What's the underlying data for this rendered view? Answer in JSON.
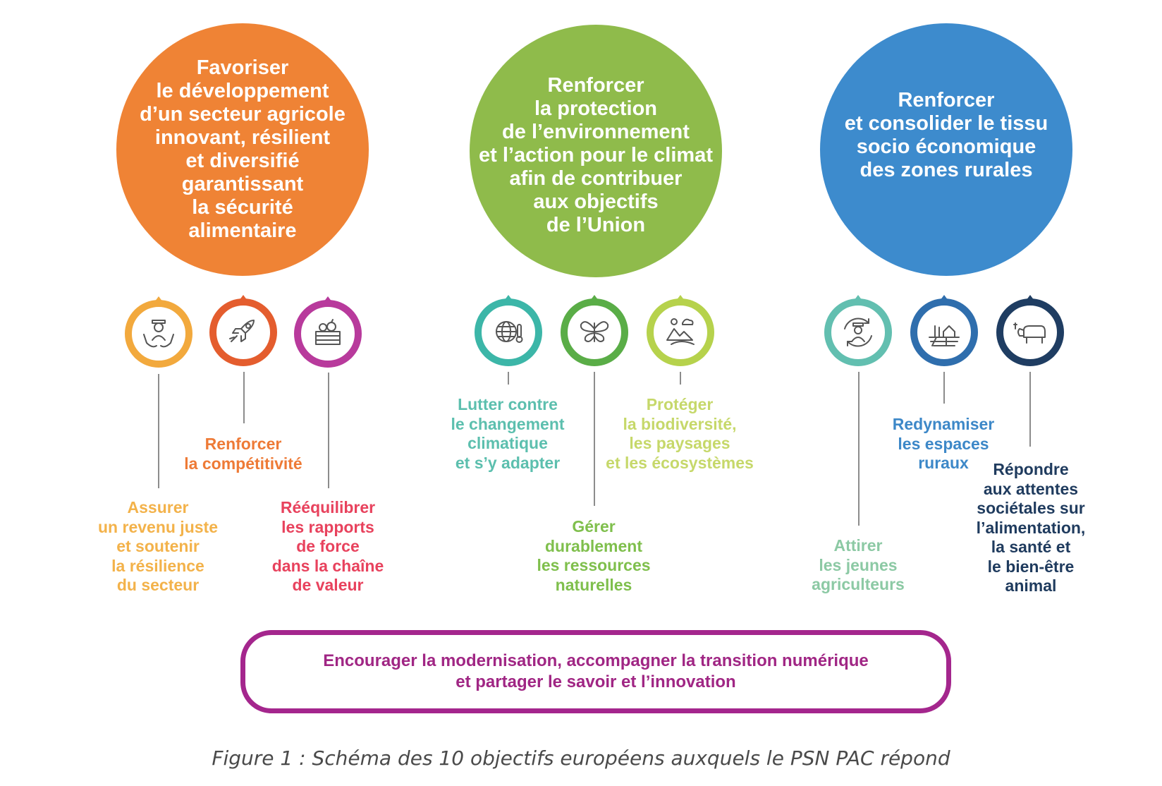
{
  "circles": [
    {
      "id": "c1",
      "text": "Favoriser\nle développement\nd’un secteur agricole\ninnovant, résilient\net diversifié\ngarantissant\nla sécurité\nalimentaire",
      "color": "#ef8335"
    },
    {
      "id": "c2",
      "text": "Renforcer\nla protection\nde l’environnement\net l’action pour le climat\nafin de contribuer\naux objectifs\nde l’Union",
      "color": "#8fbb4b"
    },
    {
      "id": "c3",
      "text": "Renforcer\net consolider le tissu\nsocio économique\ndes zones rurales",
      "color": "#3d8bcd"
    }
  ],
  "objectives": [
    {
      "id": "o1",
      "icon": "farmer-hands-icon",
      "label": "Assurer\nun revenu juste\net soutenir\nla résilience\ndu secteur",
      "color": "#f3b24a",
      "ring": "#f2a93d"
    },
    {
      "id": "o2",
      "icon": "rocket-icon",
      "label": "Renforcer\nla compétitivité",
      "color": "#ee7a36",
      "ring": "#e45d2e"
    },
    {
      "id": "o3",
      "icon": "crate-icon",
      "label": "Rééquilibrer\nles rapports\nde force\ndans la chaîne\nde valeur",
      "color": "#e8425d",
      "ring": "#b83a9c"
    },
    {
      "id": "o4",
      "icon": "globe-thermometer-icon",
      "label": "Lutter contre\nle changement\nclimatique\net s’y adapter",
      "color": "#5cbfae",
      "ring": "#3cb6a8"
    },
    {
      "id": "o5",
      "icon": "butterfly-icon",
      "label": "Gérer\ndurablement\nles ressources\nnaturelles",
      "color": "#7fbf4c",
      "ring": "#5aad47"
    },
    {
      "id": "o6",
      "icon": "landscape-icon",
      "label": "Protéger\nla biodiversité,\nles paysages\net les écosystèmes",
      "color": "#c6d86a",
      "ring": "#b6d24c"
    },
    {
      "id": "o7",
      "icon": "young-farmer-icon",
      "label": "Attirer\nles jeunes\nagriculteurs",
      "color": "#8cc9a4",
      "ring": "#62bfb0"
    },
    {
      "id": "o8",
      "icon": "rural-house-icon",
      "label": "Redynamiser\nles espaces\nruraux",
      "color": "#3d88c8",
      "ring": "#2f6ead"
    },
    {
      "id": "o9",
      "icon": "cow-icon",
      "label": "Répondre\naux attentes\nsociétales sur\nl’alimentation,\nla santé et\nle bien-être\nanimal",
      "color": "#1f3b5e",
      "ring": "#1f3d62"
    }
  ],
  "banner": {
    "text": "Encourager la modernisation, accompagner la transition numérique\net partager le savoir et l’innovation",
    "color": "#a4268d"
  },
  "caption": "Figure 1 : Schéma des 10 objectifs européens auxquels le PSN PAC répond"
}
